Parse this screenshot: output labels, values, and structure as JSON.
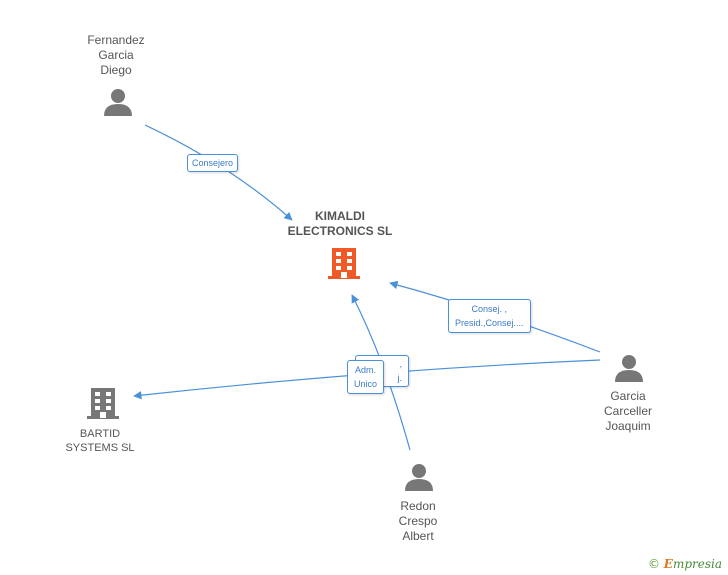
{
  "nodes": {
    "fernandez": {
      "lines": [
        "Fernandez",
        "Garcia",
        "Diego"
      ],
      "type": "person"
    },
    "kimaldi": {
      "lines": [
        "KIMALDI",
        "ELECTRONICS SL"
      ],
      "type": "company-main"
    },
    "bartid": {
      "lines": [
        "BARTID",
        "SYSTEMS SL"
      ],
      "type": "company"
    },
    "garcia": {
      "lines": [
        "Garcia",
        "Carceller",
        "Joaquim"
      ],
      "type": "person"
    },
    "redon": {
      "lines": [
        "Redon",
        "Crespo",
        "Albert"
      ],
      "type": "person"
    }
  },
  "edges": {
    "fernandez_kimaldi": {
      "lines": [
        "Consejero"
      ]
    },
    "garcia_kimaldi": {
      "lines": [
        "Consej. ,",
        "Presid.,Consej...."
      ]
    },
    "redon_kimaldi_back": {
      "lines": [
        ",",
        "j."
      ]
    },
    "garcia_bartid": {
      "lines": [
        "Adm.",
        "Unico"
      ]
    }
  },
  "colors": {
    "edge": "#4a90d9",
    "person_icon": "#777777",
    "company_main_icon": "#f05a28",
    "company_icon": "#777777"
  },
  "brand": {
    "copyright": "©",
    "first": "E",
    "rest": "mpresia"
  }
}
